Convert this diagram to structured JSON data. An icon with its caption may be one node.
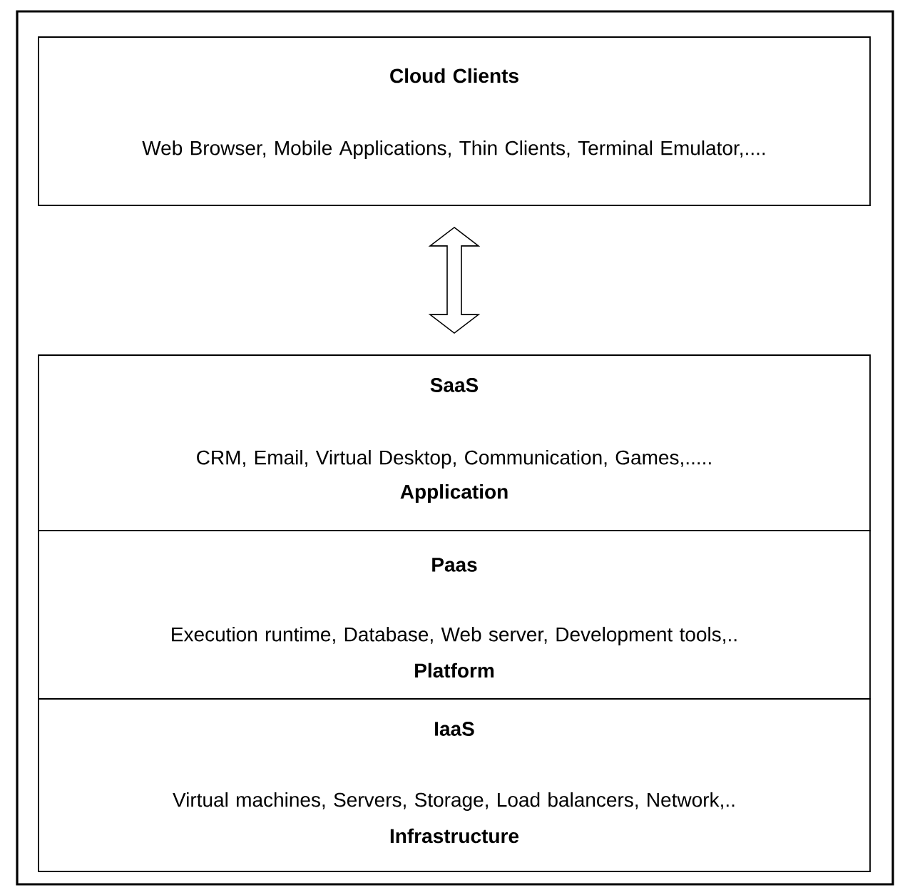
{
  "diagram": {
    "nodes": [
      {
        "text": [],
        "shape": "box"
      },
      {
        "text": [
          "Cloud Clients",
          "Web Browser, Mobile Applications, Thin Clients, Terminal Emulator,...."
        ],
        "in": 0
      },
      {
        "text": [
          "SaaS",
          "CRM, Email, Virtual Desktop, Communication, Games,.....",
          "Application"
        ],
        "in": 0
      },
      {
        "text": [
          "Paas",
          "Execution runtime, Database, Web server, Development tools,..",
          "Platform"
        ],
        "in": 0
      },
      {
        "text": [
          "IaaS",
          "Virtual machines, Servers, Storage, Load balancers, Network,..",
          "Infrastructure"
        ],
        "in": 0
      }
    ],
    "edges": [
      {
        "from": 1,
        "to": 2,
        "arrow": "both"
      }
    ]
  }
}
